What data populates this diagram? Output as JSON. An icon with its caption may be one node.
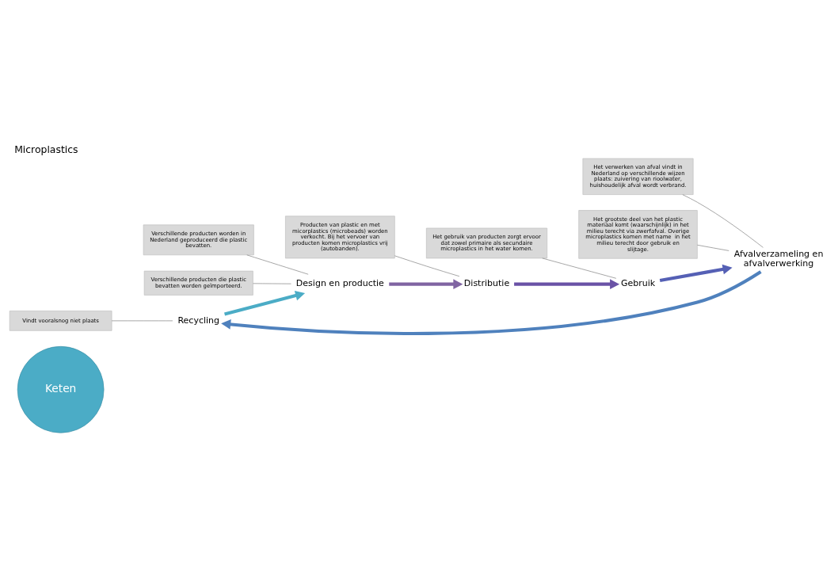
{
  "diagram": {
    "title": "Microplastics",
    "nodes": [
      {
        "text": [
          "Keten"
        ]
      },
      {
        "text": [
          "Recycling"
        ]
      },
      {
        "text": [
          "Design en productie"
        ]
      },
      {
        "text": [
          "Distributie"
        ]
      },
      {
        "text": [
          "Gebruik"
        ]
      },
      {
        "text": [
          "Afvalverzameling en afvalverwerking"
        ]
      },
      {
        "text": [
          "Vindt vooralsnog niet plaats"
        ]
      },
      {
        "text": [
          "Verschillende producten worden in Nederland geproduceerd die plastic bevatten."
        ]
      },
      {
        "text": [
          "Verschillende producten die plastic bevatten worden geïmporteerd."
        ]
      },
      {
        "text": [
          "Producten van plastic en met micorplastics (microbeads) worden verkocht. Bij het vervoer van producten komen microplastics vrij (autobanden)."
        ]
      },
      {
        "text": [
          "Het gebruik van producten zorgt ervoor dat zowel primaire als secundaire microplastics in het water komen."
        ]
      },
      {
        "text": [
          "Het verwerken van afval vindt in Nederland op verschillende wijzen plaats: zuivering van rioolwater, huishoudelijk afval wordt verbrand."
        ]
      },
      {
        "text": [
          "Het grootste deel van het plastic materiaal komt (waarschijnlijk) in het milieu terecht via zwerfafval. Overige microplastics komen met name  in het milieu terecht door gebruik en slijtage."
        ]
      }
    ],
    "edges": [
      {
        "from": 1,
        "to": 2,
        "arrow": "to",
        "style": "thick",
        "color": "#4bacc6"
      },
      {
        "from": 2,
        "to": 3,
        "arrow": "to",
        "style": "thick",
        "color": "#8064a2"
      },
      {
        "from": 3,
        "to": 4,
        "arrow": "to",
        "style": "thick",
        "color": "#6a52a6"
      },
      {
        "from": 4,
        "to": 5,
        "arrow": "to",
        "style": "thick",
        "color": "#5560b5"
      },
      {
        "from": 5,
        "to": 1,
        "arrow": "to",
        "style": "thick",
        "color": "#4f81bd"
      },
      {
        "from": 6,
        "to": 1,
        "arrow": "none"
      },
      {
        "from": 7,
        "to": 2,
        "arrow": "none"
      },
      {
        "from": 8,
        "to": 2,
        "arrow": "none"
      },
      {
        "from": 9,
        "to": 3,
        "arrow": "none"
      },
      {
        "from": 10,
        "to": 4,
        "arrow": "none"
      },
      {
        "from": 11,
        "to": 5,
        "arrow": "none"
      },
      {
        "from": 12,
        "to": 5,
        "arrow": "none"
      }
    ]
  }
}
